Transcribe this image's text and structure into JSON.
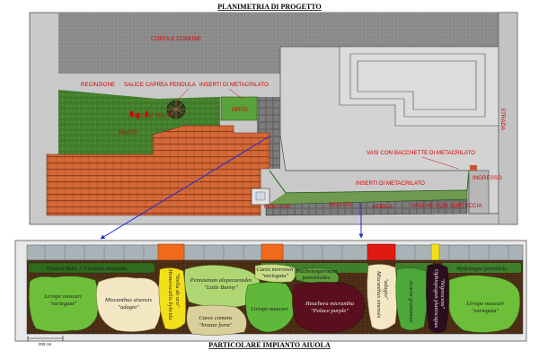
{
  "titles": {
    "plan": "PLANIMETRIA DI PROGETTO",
    "detail": "PARTICOLARE IMPIANTO AIUOLA"
  },
  "plan_labels": {
    "cortile": "CORTILE COMUNE",
    "recinzione": "RECINZIONE",
    "salice": "SALICE CAPREA PENDULA",
    "inserti_top": "INSERTI DI METACRILATO",
    "orto": "ORTO",
    "prato": "PRATO",
    "piccoli_frutti": "PICCOLI FRUTTI",
    "strada": "STRADA",
    "vasi": "VASI CON BACCHETTE DI METACRILATO",
    "ingresso": "INGRESSO",
    "inserti_bottom": "INSERTI DI METACRILATO",
    "fontana": "FONTANA",
    "sedute": "SEDUTE",
    "aiuola": "AIUOLA",
    "vasche": "VASCHE CON CORTECCIA"
  },
  "plants": {
    "hedera": "Hedera helix + Clematis montana",
    "liriope1_a": "Liriope muscari",
    "liriope1_b": "\"variegata\"",
    "miscanthus1_a": "Miscanthus sinensis",
    "miscanthus1_b": "\"adagio\"",
    "hemerocallis_a": "Hemerocallis hybrida",
    "hemerocallis_b": "\"Stella de oro\"",
    "pennisetum_a": "Pennisetum alopecuroides",
    "pennisetum_b": "\"Little Bunny\"",
    "carex1_a": "Carex morrowii",
    "carex1_b": "\"variegata\"",
    "carex2_a": "Carex comans",
    "carex2_b": "\"bronze form\"",
    "liriope2": "Liriope muscari",
    "trachelo_a": "Trachelospermum",
    "trachelo_b": "jasminoides",
    "heuchera_a": "Heuchera micrantha",
    "heuchera_b": "\"Palace purple\"",
    "miscanthus2_a": "Miscanthus sinensis",
    "miscanthus2_b": "\"adagio\"",
    "acorus": "Acorus gramineus",
    "ophiopogon_a": "Ophiopogon planiscapus",
    "ophiopogon_b": "\"Nigrescens\"",
    "hydrangea": "Hydrangea petiolaris",
    "liriope3_a": "Liriope muscari",
    "liriope3_b": "\"variegata\""
  },
  "scale_label": "200 cm",
  "colors": {
    "gravel": "#8c8c8c",
    "roof_tiles": "#c25a2a",
    "lawn": "#3f7a2a",
    "label_red": "#d40000",
    "arrow_blue": "#1c2bd6"
  }
}
